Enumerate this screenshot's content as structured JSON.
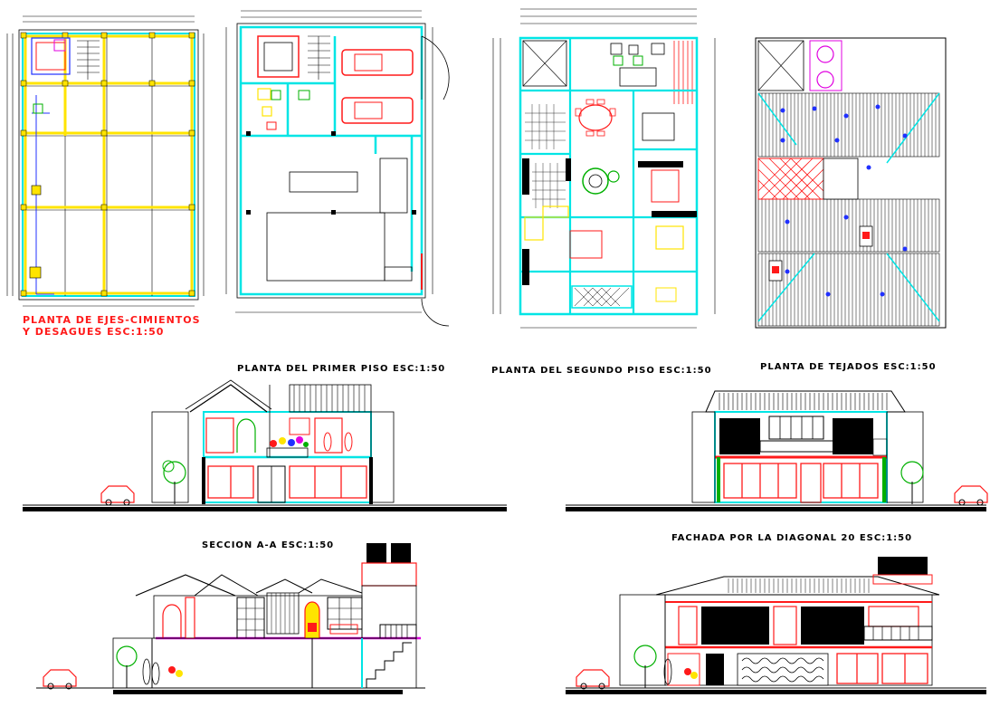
{
  "drawing_titles": {
    "foundation_plan_line1": "PLANTA DE EJES-CIMIENTOS",
    "foundation_plan_line2": "Y DESAGUES ESC:1:50",
    "first_floor_plan": "PLANTA DEL PRIMER PISO ESC:1:50",
    "second_floor_plan": "PLANTA DEL SEGUNDO  PISO ESC:1:50",
    "roof_plan": "PLANTA DE TEJADOS ESC:1:50",
    "section_aa": "SECCION A-A ESC:1:50",
    "diagonal_facade": "FACHADA POR LA DIAGONAL 20 ESC:1:50"
  },
  "colors": {
    "cyan": "#00e5e5",
    "yellow": "#ffe400",
    "red": "#ff1a1a",
    "black": "#000000",
    "green": "#00b000",
    "magenta": "#e000e0",
    "blue": "#2030ff",
    "gray": "#808080"
  }
}
